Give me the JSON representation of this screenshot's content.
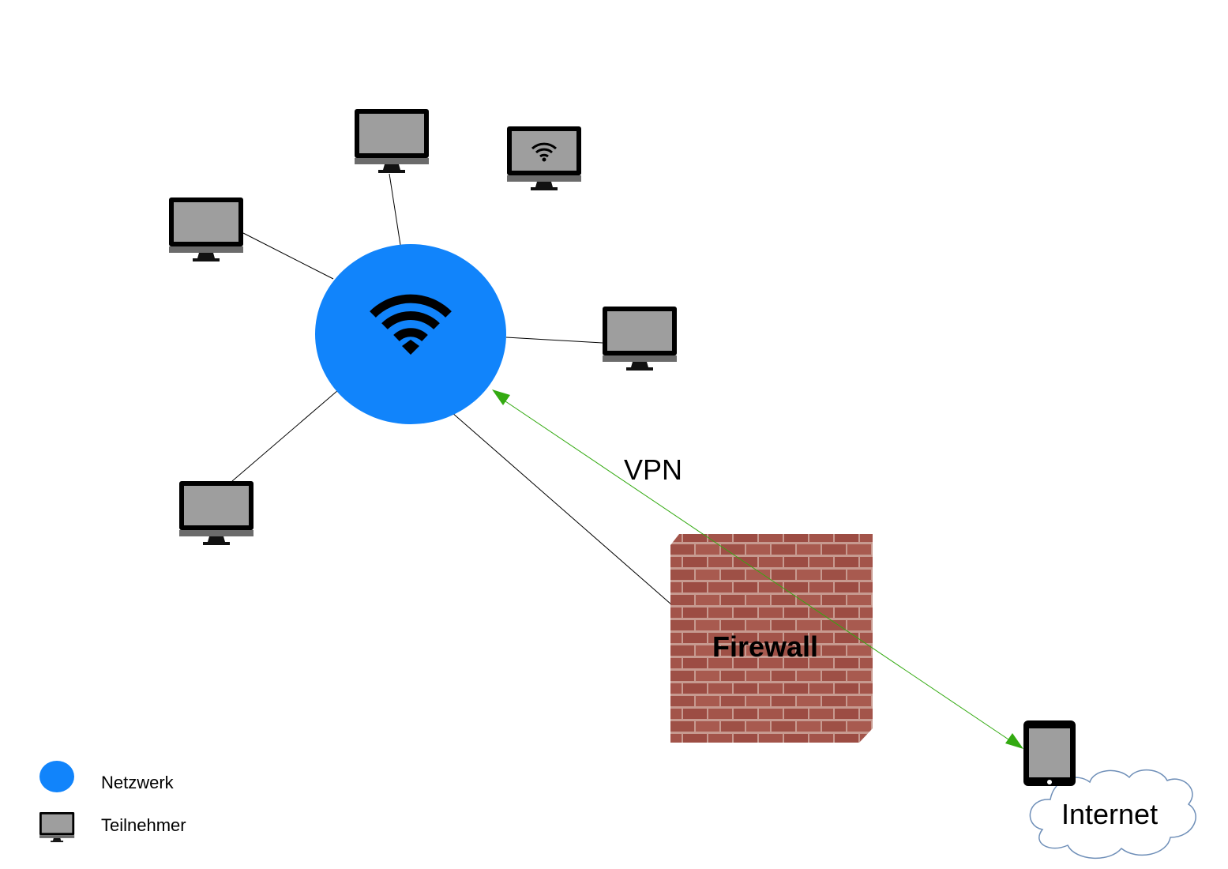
{
  "diagram": {
    "labels": {
      "vpn": "VPN",
      "firewall": "Firewall",
      "internet": "Internet"
    },
    "legend": {
      "network": "Netzwerk",
      "participant": "Teilnehmer"
    },
    "colors": {
      "network": "#1184fb",
      "vpn_link": "#33aa11",
      "link": "#000000",
      "monitor_frame": "#000000",
      "monitor_screen": "#9e9e9e",
      "brick": "#a3544a",
      "mortar": "#c79a90"
    },
    "icons": {
      "network": "wifi-icon",
      "participant": "monitor-icon",
      "remote_device": "tablet-icon",
      "cloud": "cloud-icon",
      "firewall": "brick-wall-icon"
    }
  }
}
